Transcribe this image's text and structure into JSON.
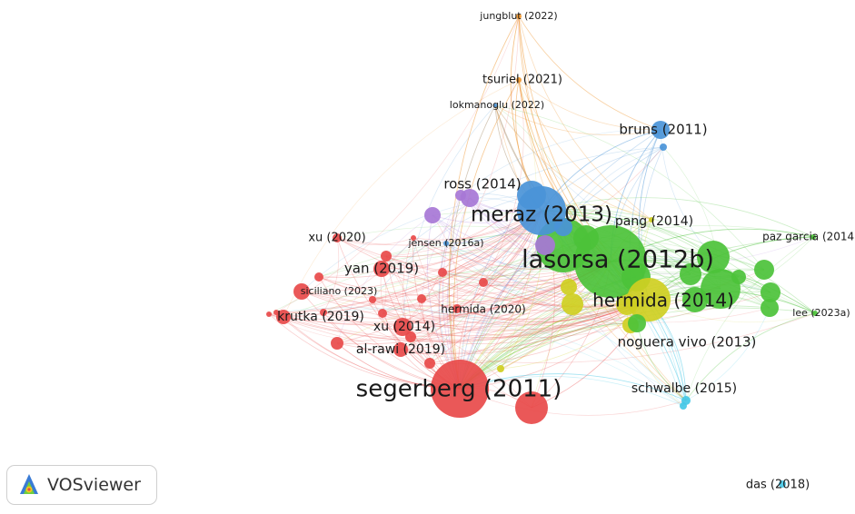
{
  "colors": {
    "red": "#e84a4a",
    "green": "#4cc23a",
    "blue": "#4a94d8",
    "yellow": "#cfcf22",
    "purple": "#a777d6",
    "orange": "#f0962e",
    "cyan": "#45c8e6"
  },
  "nodes": [
    {
      "label": "jungblut (2022)",
      "cluster": "orange",
      "size": "tiny",
      "labeled": true
    },
    {
      "label": "tsuriel (2021)",
      "cluster": "orange",
      "size": "tiny",
      "labeled": true
    },
    {
      "label": "lokmanoglu (2022)",
      "cluster": "blue",
      "size": "tiny",
      "labeled": true
    },
    {
      "label": "bruns (2011)",
      "cluster": "blue",
      "size": "small",
      "labeled": true
    },
    {
      "label": "ross (2014)",
      "cluster": "purple",
      "size": "small",
      "labeled": true
    },
    {
      "label": "meraz (2013)",
      "cluster": "blue",
      "size": "large",
      "labeled": true
    },
    {
      "label": "pang (2014)",
      "cluster": "yellow",
      "size": "tiny",
      "labeled": true
    },
    {
      "label": "paz garcia (2014)",
      "cluster": "green",
      "size": "tiny",
      "labeled": true
    },
    {
      "label": "xu (2020)",
      "cluster": "red",
      "size": "tiny",
      "labeled": true
    },
    {
      "label": "jensen (2016a)",
      "cluster": "blue",
      "size": "tiny",
      "labeled": true
    },
    {
      "label": "lasorsa (2012b)",
      "cluster": "green",
      "size": "largest",
      "labeled": true
    },
    {
      "label": "yan (2019)",
      "cluster": "red",
      "size": "small",
      "labeled": true
    },
    {
      "label": "hermida (2014)",
      "cluster": "yellow",
      "size": "large",
      "labeled": true
    },
    {
      "label": "siciliano (2023)",
      "cluster": "red",
      "size": "small",
      "labeled": true
    },
    {
      "label": "hermida (2020)",
      "cluster": "red",
      "size": "tiny",
      "labeled": true
    },
    {
      "label": "lee (2023a)",
      "cluster": "green",
      "size": "tiny",
      "labeled": true
    },
    {
      "label": "krutka (2019)",
      "cluster": "red",
      "size": "small",
      "labeled": true
    },
    {
      "label": "xu (2014)",
      "cluster": "red",
      "size": "small",
      "labeled": true
    },
    {
      "label": "noguera vivo (2013)",
      "cluster": "green",
      "size": "small",
      "labeled": true
    },
    {
      "label": "al-rawi (2019)",
      "cluster": "red",
      "size": "small",
      "labeled": true
    },
    {
      "label": "segerberg (2011)",
      "cluster": "red",
      "size": "largest",
      "labeled": true
    },
    {
      "label": "schwalbe (2015)",
      "cluster": "cyan",
      "size": "tiny",
      "labeled": true
    },
    {
      "label": "das (2018)",
      "cluster": "cyan",
      "size": "tiny",
      "labeled": true
    }
  ],
  "app": {
    "name": "VOSviewer"
  }
}
